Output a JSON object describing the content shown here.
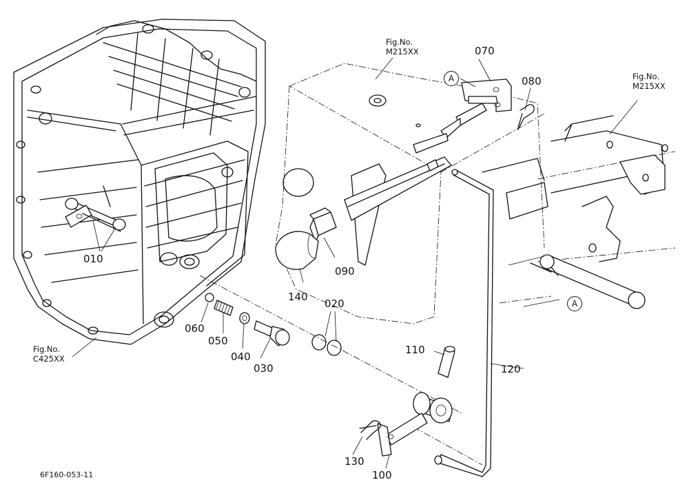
{
  "part_labels": {
    "p010": "010",
    "p020": "020",
    "p030": "030",
    "p040": "040",
    "p050": "050",
    "p060": "060",
    "p070": "070",
    "p080": "080",
    "p090": "090",
    "p100": "100",
    "p110": "110",
    "p120": "120",
    "p130": "130",
    "p140": "140"
  },
  "figure_refs": {
    "top_center": {
      "line1": "Fig.No.",
      "line2": "M215XX"
    },
    "top_right": {
      "line1": "Fig.No.",
      "line2": "M215XX"
    },
    "bottom_left": {
      "line1": "Fig.No.",
      "line2": "C425XX"
    }
  },
  "reference_marks": {
    "mark_top": "A",
    "mark_bottom": "A"
  },
  "drawing_code": "6F160-053-11"
}
